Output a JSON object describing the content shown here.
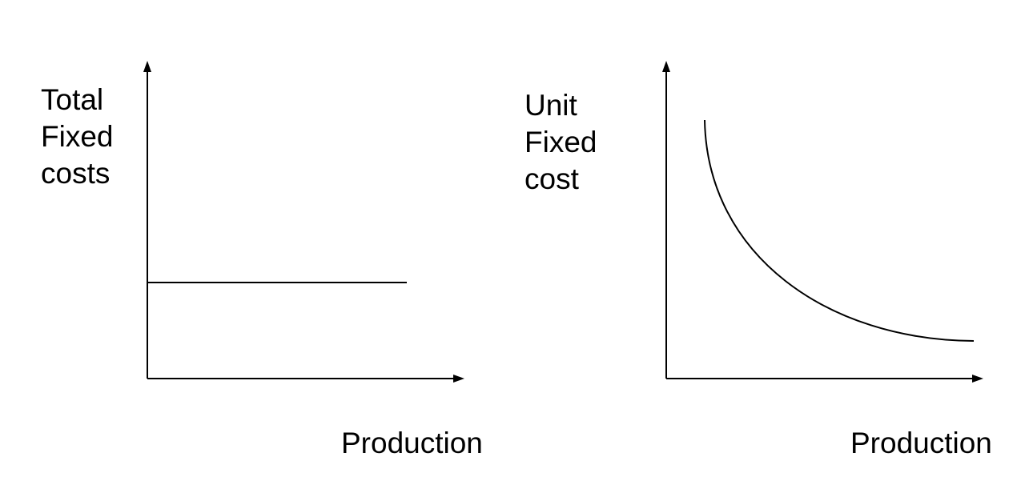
{
  "diagrams": [
    {
      "y_label": "Total\nFixed\ncosts",
      "x_label": "Production",
      "curve_shape": "horizontal-constant"
    },
    {
      "y_label": "Unit\nFixed\ncost",
      "x_label": "Production",
      "curve_shape": "decreasing-hyperbolic"
    }
  ],
  "colors": {
    "line": "#000000",
    "background": "#ffffff"
  }
}
